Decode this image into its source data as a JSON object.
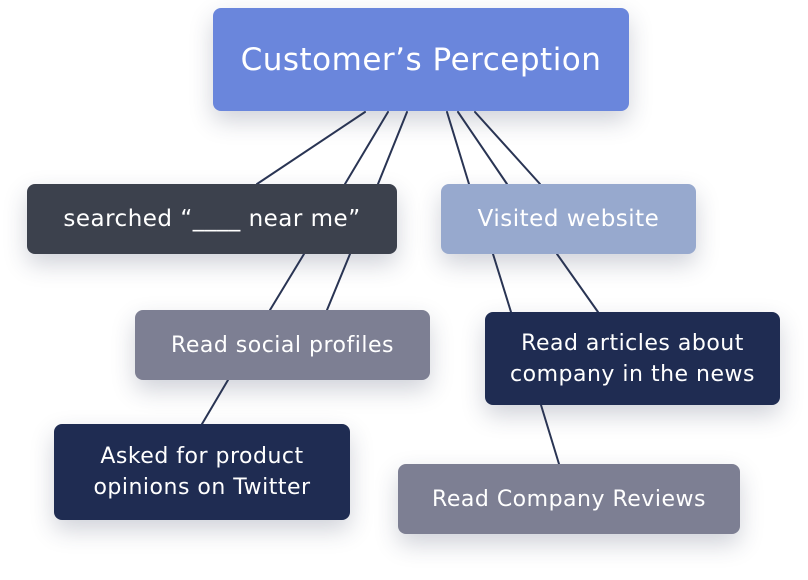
{
  "diagram": {
    "colors": {
      "root": "#6a86dc",
      "dark_slate": "#3c414d",
      "light_blue": "#97a9ce",
      "gray": "#7d7f93",
      "navy": "#1f2c52",
      "connector": "#2a3554"
    },
    "nodes": {
      "root": {
        "label": "Customer’s Perception"
      },
      "searched": {
        "label": "searched “____ near me”"
      },
      "visited": {
        "label": "Visited website"
      },
      "social": {
        "label": "Read social profiles"
      },
      "articles": {
        "label": "Read articles about\ncompany in the news"
      },
      "twitter": {
        "label": "Asked for product\nopinions on Twitter"
      },
      "reviews": {
        "label": "Read Company Reviews"
      }
    },
    "edges": [
      {
        "from": "root",
        "to": "searched"
      },
      {
        "from": "root",
        "to": "searched"
      },
      {
        "from": "root",
        "to": "searched"
      },
      {
        "from": "root",
        "to": "visited"
      },
      {
        "from": "root",
        "to": "visited"
      },
      {
        "from": "root",
        "to": "visited"
      },
      {
        "from": "searched",
        "to": "social"
      },
      {
        "from": "searched",
        "to": "social"
      },
      {
        "from": "visited",
        "to": "articles"
      },
      {
        "from": "visited",
        "to": "articles"
      },
      {
        "from": "social",
        "to": "twitter"
      },
      {
        "from": "articles",
        "to": "reviews"
      }
    ]
  }
}
